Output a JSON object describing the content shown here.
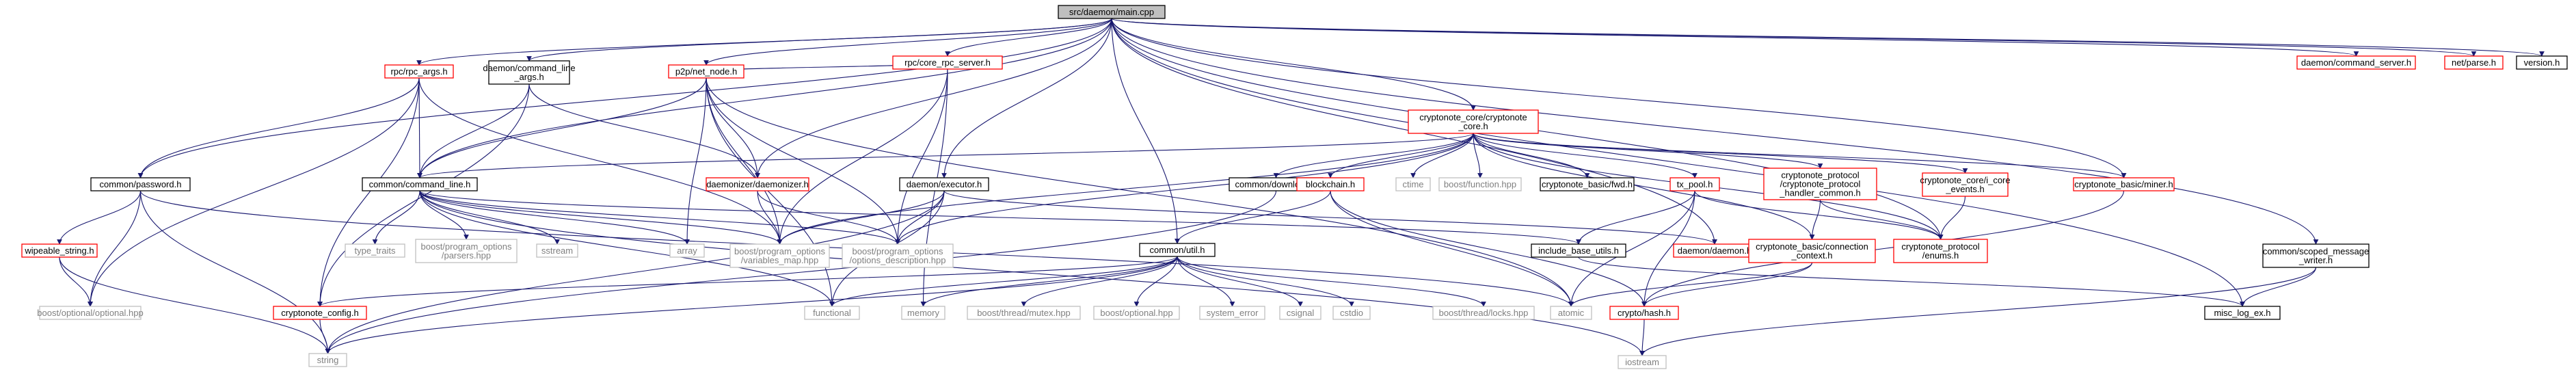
{
  "graph": {
    "colors": {
      "edge": "#191970",
      "root_fill": "#bfbfbf",
      "red_border": "#ff0000",
      "black_border": "#000000",
      "gray_border": "#bfbfbf",
      "gray_text": "#808080",
      "text": "#000000"
    },
    "nodes": {
      "root": [
        "src/daemon/main.cpp"
      ],
      "rpc_args": [
        "rpc/rpc_args.h"
      ],
      "daemon_cmdline_args": [
        "daemon/command_line",
        "_args.h"
      ],
      "p2p_net_node": [
        "p2p/net_node.h"
      ],
      "core_rpc_server": [
        "rpc/core_rpc_server.h"
      ],
      "cryptonote_core": [
        "cryptonote_core/cryptonote",
        "_core.h"
      ],
      "daemon_executor": [
        "daemon/executor.h"
      ],
      "common_util": [
        "common/util.h"
      ],
      "daemon_command_server": [
        "daemon/command_server.h"
      ],
      "net_parse": [
        "net/parse.h"
      ],
      "version": [
        "version.h"
      ],
      "common_password": [
        "common/password.h"
      ],
      "common_command_line": [
        "common/command_line.h"
      ],
      "daemonizer": [
        "daemonizer/daemonizer.h"
      ],
      "common_download": [
        "common/download.h"
      ],
      "blockchain": [
        "blockchain.h"
      ],
      "ctime": [
        "ctime"
      ],
      "boost_function": [
        "boost/function.hpp"
      ],
      "cryptonote_basic_fwd": [
        "cryptonote_basic/fwd.h"
      ],
      "tx_pool": [
        "tx_pool.h"
      ],
      "protocol_handler_common": [
        "cryptonote_protocol",
        "/cryptonote_protocol",
        "_handler_common.h"
      ],
      "i_core_events": [
        "cryptonote_core/i_core",
        "_events.h"
      ],
      "miner": [
        "cryptonote_basic/miner.h"
      ],
      "scoped_message_writer": [
        "common/scoped_message",
        "_writer.h"
      ],
      "wipeable_string": [
        "wipeable_string.h"
      ],
      "boost_optional_optional": [
        "boost/optional/optional.hpp"
      ],
      "type_traits": [
        "type_traits"
      ],
      "po_parsers": [
        "boost/program_options",
        "/parsers.hpp"
      ],
      "sstream": [
        "sstream"
      ],
      "array": [
        "array"
      ],
      "po_variables_map": [
        "boost/program_options",
        "/variables_map.hpp"
      ],
      "po_options_description": [
        "boost/program_options",
        "/options_description.hpp"
      ],
      "include_base_utils": [
        "include_base_utils.h"
      ],
      "daemon_daemon": [
        "daemon/daemon.h"
      ],
      "connection_context": [
        "cryptonote_basic/connection",
        "_context.h"
      ],
      "protocol_enums": [
        "cryptonote_protocol",
        "/enums.h"
      ],
      "misc_log_ex": [
        "misc_log_ex.h"
      ],
      "cryptonote_config": [
        "cryptonote_config.h"
      ],
      "functional": [
        "functional"
      ],
      "memory": [
        "memory"
      ],
      "thread_mutex": [
        "boost/thread/mutex.hpp"
      ],
      "boost_optional": [
        "boost/optional.hpp"
      ],
      "system_error": [
        "system_error"
      ],
      "csignal": [
        "csignal"
      ],
      "cstdio": [
        "cstdio"
      ],
      "thread_locks": [
        "boost/thread/locks.hpp"
      ],
      "atomic": [
        "atomic"
      ],
      "crypto_hash": [
        "crypto/hash.h"
      ],
      "string": [
        "string"
      ],
      "iostream": [
        "iostream"
      ]
    }
  }
}
